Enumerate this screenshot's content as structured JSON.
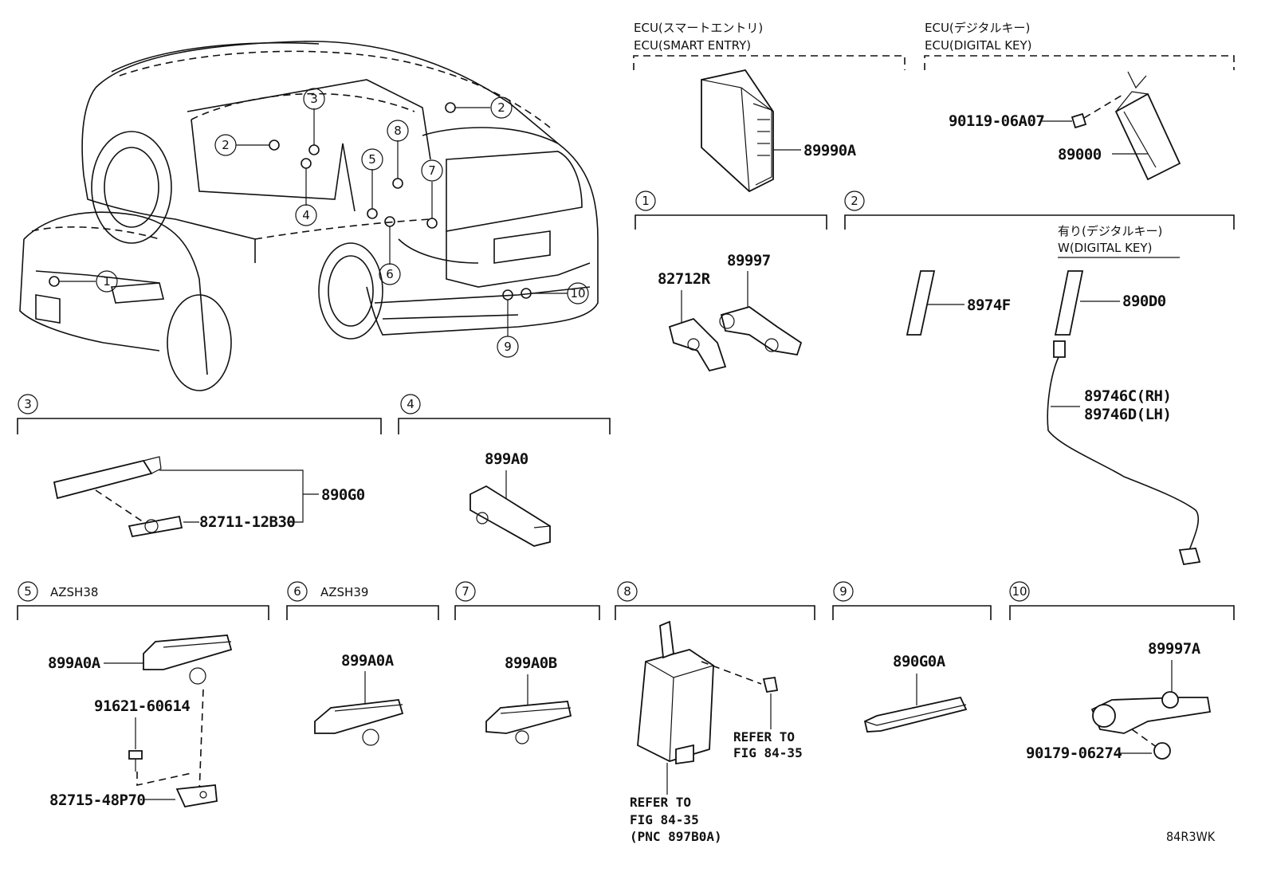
{
  "sections": {
    "ecu_smart": {
      "jp": "ECU(スマートエントリ)",
      "en": "ECU(SMART ENTRY)"
    },
    "ecu_digital": {
      "jp": "ECU(デジタルキー)",
      "en": "ECU(DIGITAL KEY)"
    },
    "digital_key_option": {
      "jp": "有り(デジタルキー)",
      "en": "W(DIGITAL KEY)"
    }
  },
  "callouts": [
    "1",
    "2",
    "3",
    "4",
    "5",
    "6",
    "7",
    "8",
    "9",
    "10"
  ],
  "section_notes": {
    "s5": "AZSH38",
    "s6": "AZSH39"
  },
  "parts": {
    "p89990A": "89990A",
    "p90119": "90119-06A07",
    "p89000": "89000",
    "p82712R": "82712R",
    "p89997": "89997",
    "p8974F": "8974F",
    "p890D0": "890D0",
    "p89746C": "89746C(RH)",
    "p89746D": "89746D(LH)",
    "p890G0": "890G0",
    "p82711": "82711-12B30",
    "p899A0": "899A0",
    "p899A0A_5": "899A0A",
    "p91621": "91621-60614",
    "p82715": "82715-48P70",
    "p899A0A_6": "899A0A",
    "p899A0B": "899A0B",
    "p890G0A": "890G0A",
    "p89997A": "89997A",
    "p90179": "90179-06274"
  },
  "refs": {
    "refer_to": "REFER TO",
    "fig": "FIG 84-35",
    "pnc": "(PNC 897B0A)"
  },
  "diagram_id": "84R3WK"
}
